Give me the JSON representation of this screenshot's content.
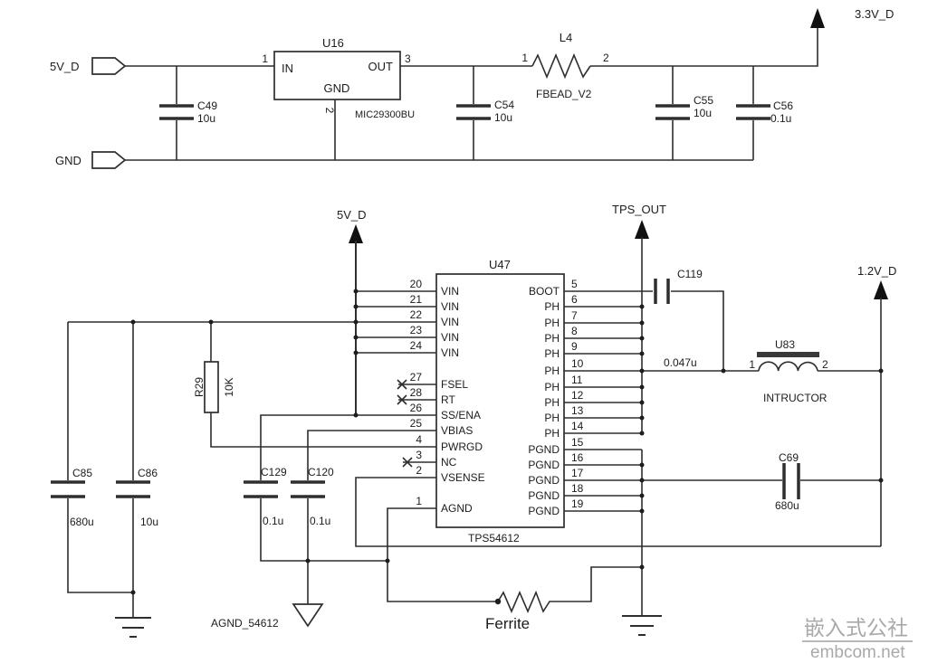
{
  "nets": {
    "in_5v": "5V_D",
    "in_gnd": "GND",
    "out_3v3": "3.3V_D",
    "rail_5v_lower": "5V_D",
    "tps_out": "TPS_OUT",
    "out_1v2": "1.2V_D",
    "agnd": "AGND_54612"
  },
  "u16": {
    "ref": "U16",
    "part": "MIC29300BU",
    "pin_in": "IN",
    "pin_out": "OUT",
    "pin_gnd": "GND",
    "n1": "1",
    "n2": "2",
    "n3": "3"
  },
  "l4": {
    "ref": "L4",
    "part": "FBEAD_V2",
    "n1": "1",
    "n2": "2"
  },
  "u83": {
    "ref": "U83",
    "part": "INTRUCTOR",
    "n1": "1",
    "n2": "2"
  },
  "r29": {
    "ref": "R29",
    "value": "10K"
  },
  "ferrite": {
    "label": "Ferrite"
  },
  "caps": {
    "c49": {
      "ref": "C49",
      "value": "10u"
    },
    "c54": {
      "ref": "C54",
      "value": "10u"
    },
    "c55": {
      "ref": "C55",
      "value": "10u"
    },
    "c56": {
      "ref": "C56",
      "value": "0.1u"
    },
    "c85": {
      "ref": "C85",
      "value": "680u"
    },
    "c86": {
      "ref": "C86",
      "value": "10u"
    },
    "c129": {
      "ref": "C129",
      "value": "0.1u"
    },
    "c120": {
      "ref": "C120",
      "value": "0.1u"
    },
    "c119": {
      "ref": "C119",
      "value": "0.047u"
    },
    "c69": {
      "ref": "C69",
      "value": "680u"
    }
  },
  "u47": {
    "ref": "U47",
    "part": "TPS54612",
    "left_pins": [
      {
        "num": "20",
        "name": "VIN"
      },
      {
        "num": "21",
        "name": "VIN"
      },
      {
        "num": "22",
        "name": "VIN"
      },
      {
        "num": "23",
        "name": "VIN"
      },
      {
        "num": "24",
        "name": "VIN"
      },
      {
        "num": "27",
        "name": "FSEL"
      },
      {
        "num": "28",
        "name": "RT"
      },
      {
        "num": "26",
        "name": "SS/ENA"
      },
      {
        "num": "25",
        "name": "VBIAS"
      },
      {
        "num": "4",
        "name": "PWRGD"
      },
      {
        "num": "3",
        "name": "NC"
      },
      {
        "num": "2",
        "name": "VSENSE"
      },
      {
        "num": "1",
        "name": "AGND"
      }
    ],
    "right_pins": [
      {
        "num": "5",
        "name": "BOOT"
      },
      {
        "num": "6",
        "name": "PH"
      },
      {
        "num": "7",
        "name": "PH"
      },
      {
        "num": "8",
        "name": "PH"
      },
      {
        "num": "9",
        "name": "PH"
      },
      {
        "num": "10",
        "name": "PH"
      },
      {
        "num": "11",
        "name": "PH"
      },
      {
        "num": "12",
        "name": "PH"
      },
      {
        "num": "13",
        "name": "PH"
      },
      {
        "num": "14",
        "name": "PH"
      },
      {
        "num": "15",
        "name": "PGND"
      },
      {
        "num": "16",
        "name": "PGND"
      },
      {
        "num": "17",
        "name": "PGND"
      },
      {
        "num": "18",
        "name": "PGND"
      },
      {
        "num": "19",
        "name": "PGND"
      }
    ]
  },
  "watermark": {
    "cjk": "嵌入式公社",
    "domain": "embcom.net"
  },
  "colors": {
    "line": "#2e2e2e",
    "watermark": "#a9a9a9",
    "background": "#ffffff"
  }
}
